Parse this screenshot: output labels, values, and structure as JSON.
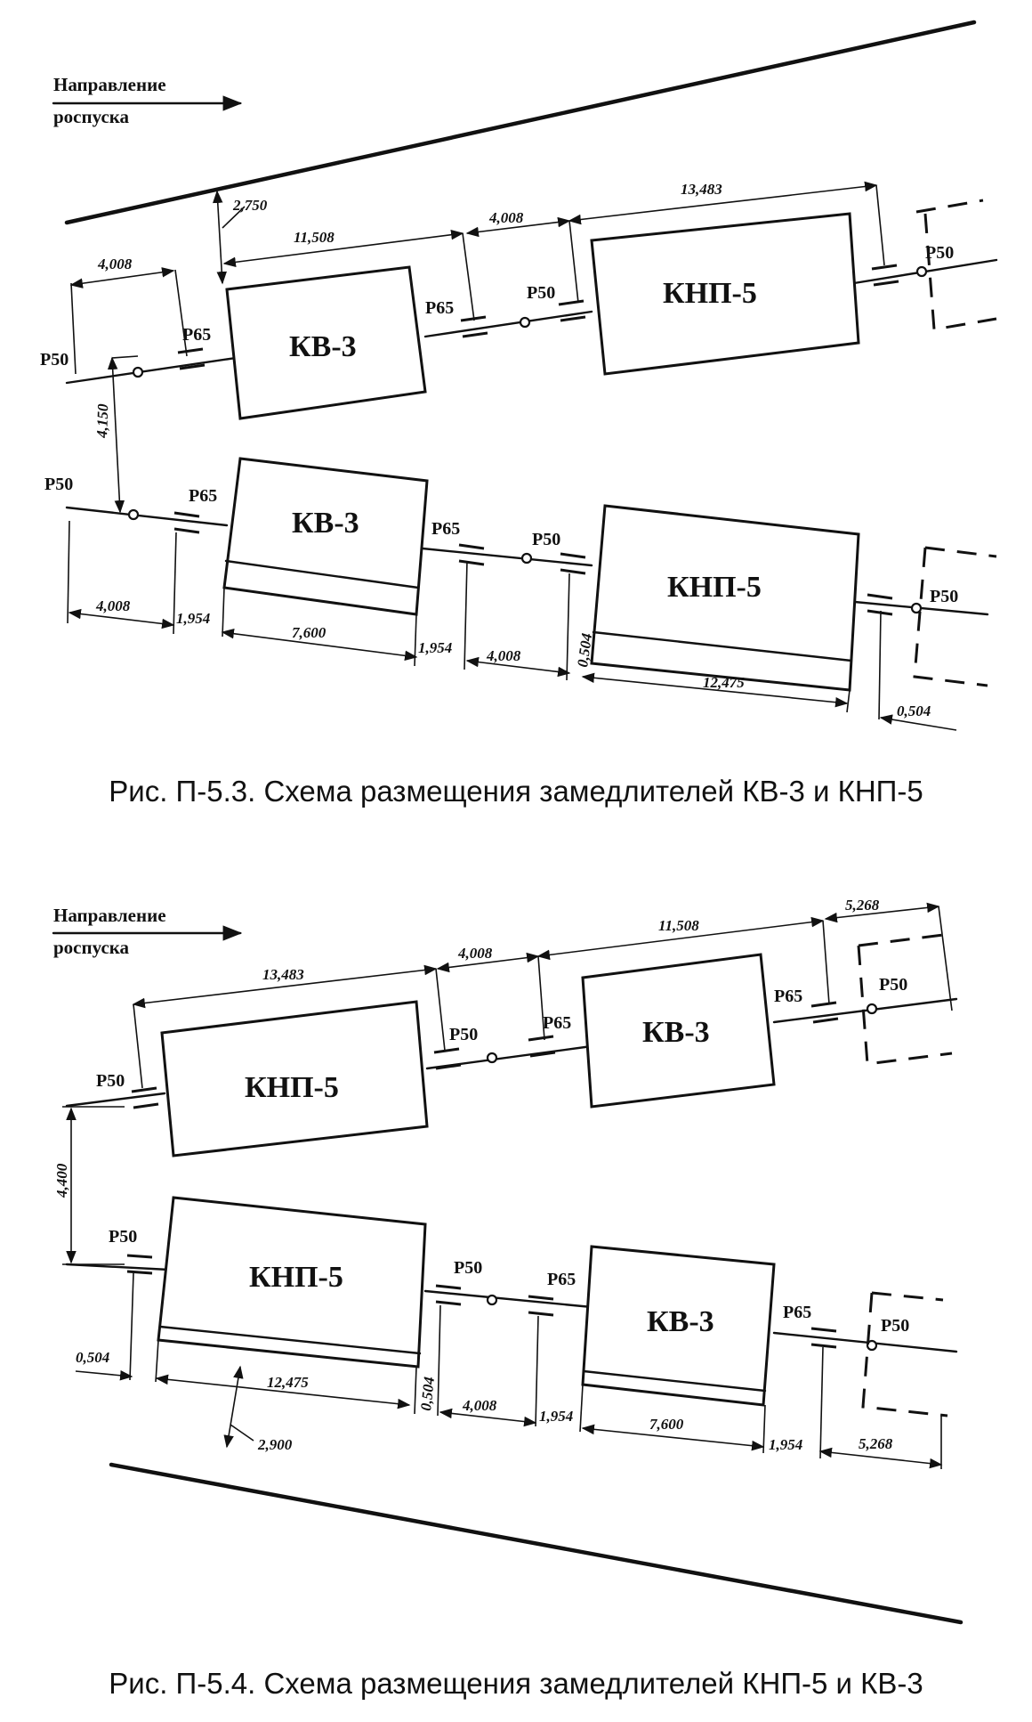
{
  "fig1": {
    "direction_line1": "Направление",
    "direction_line2": "роспуска",
    "caption": "Рис. П-5.3. Схема размещения замедлителей КВ-3 и КНП-5",
    "retarder_kv3": "КВ-3",
    "retarder_knp5": "КНП-5",
    "rail_p50": "Р50",
    "rail_p65": "Р65",
    "dims": {
      "d_4008": "4,008",
      "d_11508": "11,508",
      "d_13483": "13,483",
      "d_2750": "2,750",
      "d_4150": "4,150",
      "d_1954": "1,954",
      "d_7600": "7,600",
      "d_0504": "0,504",
      "d_12475": "12,475"
    }
  },
  "fig2": {
    "direction_line1": "Направление",
    "direction_line2": "роспуска",
    "caption": "Рис. П-5.4. Схема размещения замедлителей КНП-5 и КВ-3",
    "retarder_kv3": "КВ-3",
    "retarder_knp5": "КНП-5",
    "rail_p50": "Р50",
    "rail_p65": "Р65",
    "dims": {
      "d_13483": "13,483",
      "d_4008": "4,008",
      "d_11508": "11,508",
      "d_5268": "5,268",
      "d_4400": "4,400",
      "d_0504": "0,504",
      "d_12475": "12,475",
      "d_2900": "2,900",
      "d_1954": "1,954",
      "d_7600": "7,600"
    }
  },
  "colors": {
    "ink": "#111111",
    "paper": "#ffffff"
  }
}
